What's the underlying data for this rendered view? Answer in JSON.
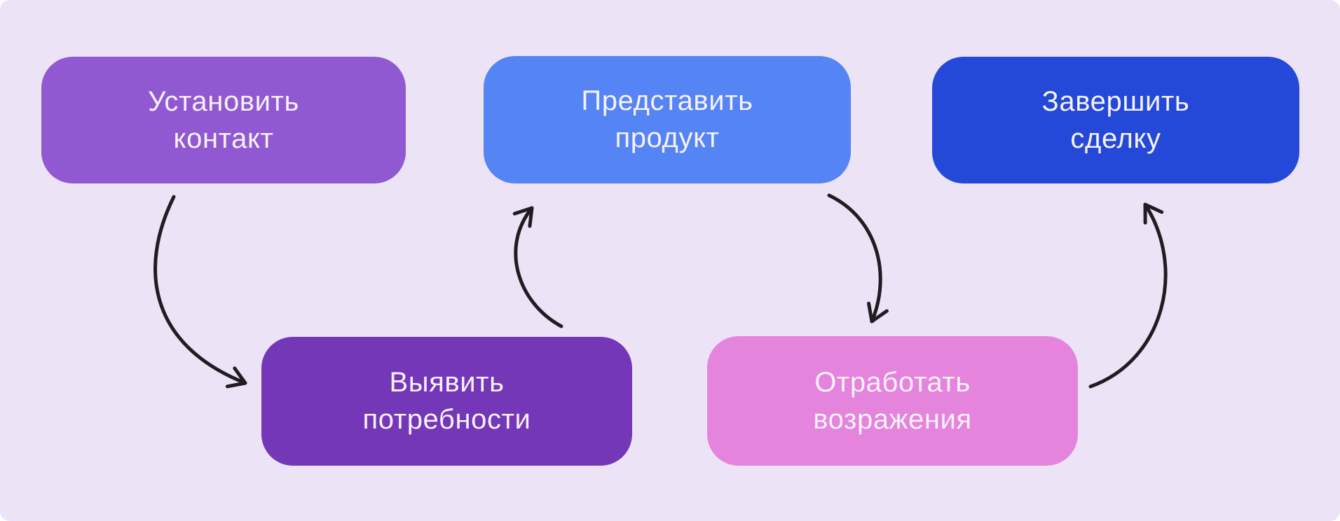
{
  "page": {
    "background": "#ffffff"
  },
  "diagram": {
    "type": "flowchart",
    "background": "#ece3f7",
    "arrow_color": "#201d22",
    "node_text_color": "#f7f1fa",
    "nodes": [
      {
        "id": "establish-contact",
        "label": "Установить\nконтакт",
        "color": "#9159d1",
        "row": "top"
      },
      {
        "id": "present-product",
        "label": "Представить\nпродукт",
        "color": "#5584f4",
        "row": "top"
      },
      {
        "id": "close-deal",
        "label": "Завершить\nсделку",
        "color": "#2449d8",
        "row": "top"
      },
      {
        "id": "identify-needs",
        "label": "Выявить\nпотребности",
        "color": "#7437b7",
        "row": "bottom"
      },
      {
        "id": "handle-objections",
        "label": "Отработать\nвозражения",
        "color": "#e584dc",
        "row": "bottom"
      }
    ],
    "edges": [
      {
        "from": "establish-contact",
        "to": "identify-needs"
      },
      {
        "from": "identify-needs",
        "to": "present-product"
      },
      {
        "from": "present-product",
        "to": "handle-objections"
      },
      {
        "from": "handle-objections",
        "to": "close-deal"
      }
    ]
  }
}
